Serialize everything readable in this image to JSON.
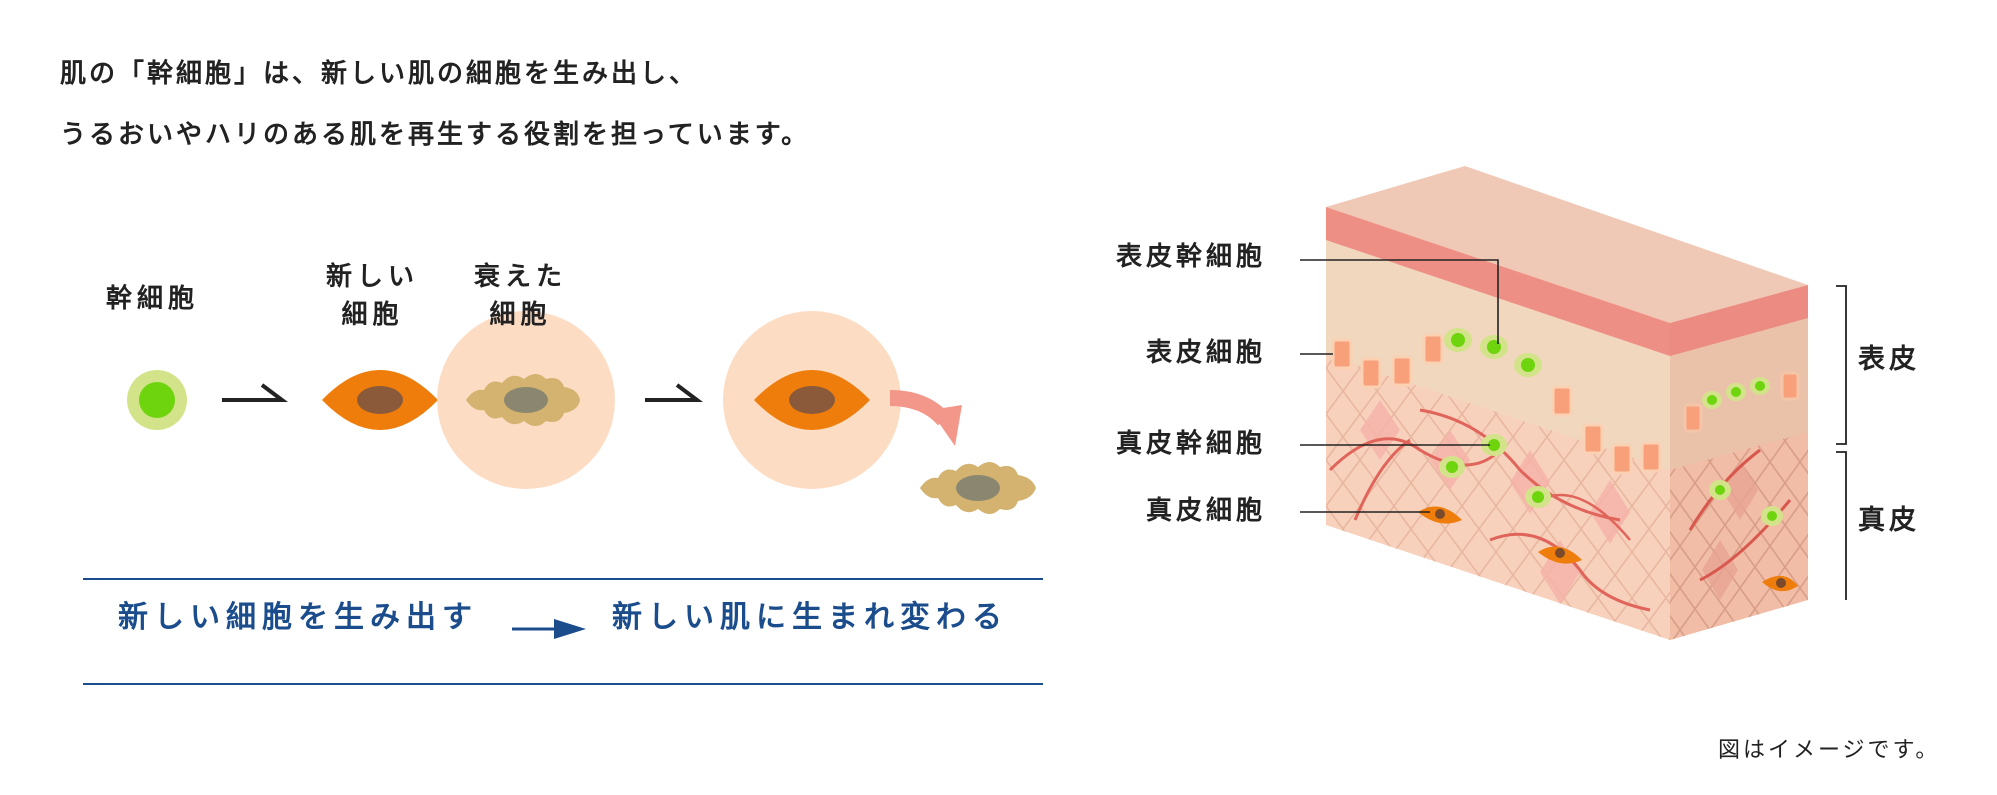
{
  "intro": {
    "line1": "肌の「幹細胞」は、新しい肌の細胞を生み出し、",
    "line2": "うるおいやハリのある肌を再生する役割を担っています。"
  },
  "process": {
    "stem_cell": "幹細胞",
    "new_cell_line1": "新しい",
    "new_cell_line2": "細胞",
    "old_cell_line1": "衰えた",
    "old_cell_line2": "細胞"
  },
  "tagline": {
    "left": "新しい細胞を生み出す",
    "right": "新しい肌に生まれ変わる"
  },
  "skin": {
    "labels": {
      "epidermal_stem": "表皮幹細胞",
      "epidermal_cell": "表皮細胞",
      "dermal_stem": "真皮幹細胞",
      "dermal_cell": "真皮細胞"
    },
    "layers": {
      "epidermis": "表皮",
      "dermis": "真皮"
    }
  },
  "caption": "図はイメージです。",
  "colors": {
    "brand_blue": "#1b4d8c",
    "stem_green": "#6dd40e",
    "stem_ring": "#d3e38a",
    "new_cell_orange": "#ee7d0b",
    "old_cell_tan": "#d4b26f",
    "halo_peach": "#fddcc4",
    "arrow_salmon": "#f2978a"
  }
}
